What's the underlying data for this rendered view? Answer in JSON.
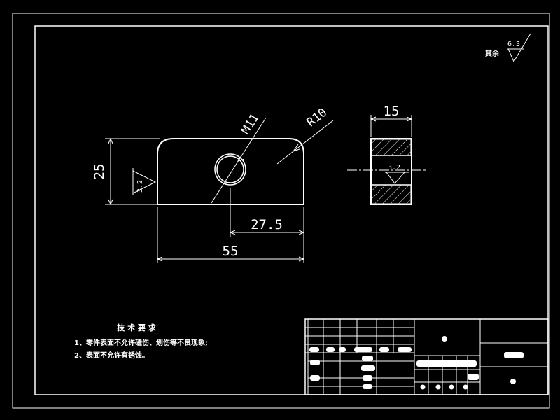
{
  "colors": {
    "background": "#000000",
    "line": "#ffffff"
  },
  "surface_finish": {
    "other_label": "其余",
    "other_value": "6.3",
    "left_face": "3.2",
    "bore": "3.2"
  },
  "dimensions": {
    "thread": "M11",
    "radius": "R10",
    "height": "25",
    "hole_offset": "27.5",
    "length": "55",
    "thickness": "15"
  },
  "tech_requirements": {
    "title": "技 术 要 求",
    "items": [
      "1、零件表面不允许磕伤、划伤等不良现象;",
      "2、表面不允许有锈蚀。"
    ]
  }
}
